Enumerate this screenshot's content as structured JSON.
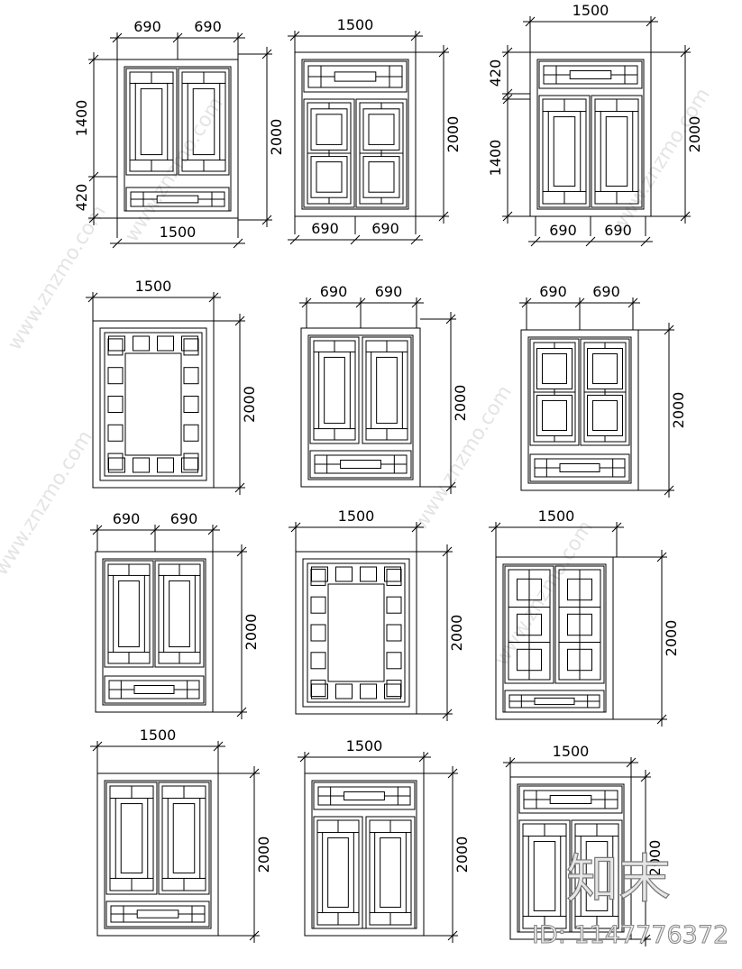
{
  "drawings": [
    {
      "id": "w1",
      "dims": [
        "690",
        "690",
        "1500",
        "1400",
        "420",
        "2000"
      ]
    },
    {
      "id": "w2",
      "dims": [
        "1500",
        "690",
        "690",
        "2000"
      ]
    },
    {
      "id": "w3",
      "dims": [
        "1500",
        "420",
        "1400",
        "690",
        "690",
        "2000"
      ]
    },
    {
      "id": "w4",
      "dims": [
        "1500",
        "2000"
      ]
    },
    {
      "id": "w5",
      "dims": [
        "690",
        "690",
        "2000"
      ]
    },
    {
      "id": "w6",
      "dims": [
        "690",
        "690",
        "2000"
      ]
    },
    {
      "id": "w7",
      "dims": [
        "690",
        "690",
        "2000"
      ]
    },
    {
      "id": "w8",
      "dims": [
        "1500",
        "2000"
      ]
    },
    {
      "id": "w9",
      "dims": [
        "1500",
        "2000"
      ]
    },
    {
      "id": "w10",
      "dims": [
        "1500",
        "2000"
      ]
    },
    {
      "id": "w11",
      "dims": [
        "1500",
        "2000"
      ]
    },
    {
      "id": "w12",
      "dims": [
        "1500",
        "2000"
      ]
    }
  ],
  "watermark": {
    "site": "www.znzmo.com",
    "logo": "知末",
    "id": "ID: 1147776372"
  }
}
